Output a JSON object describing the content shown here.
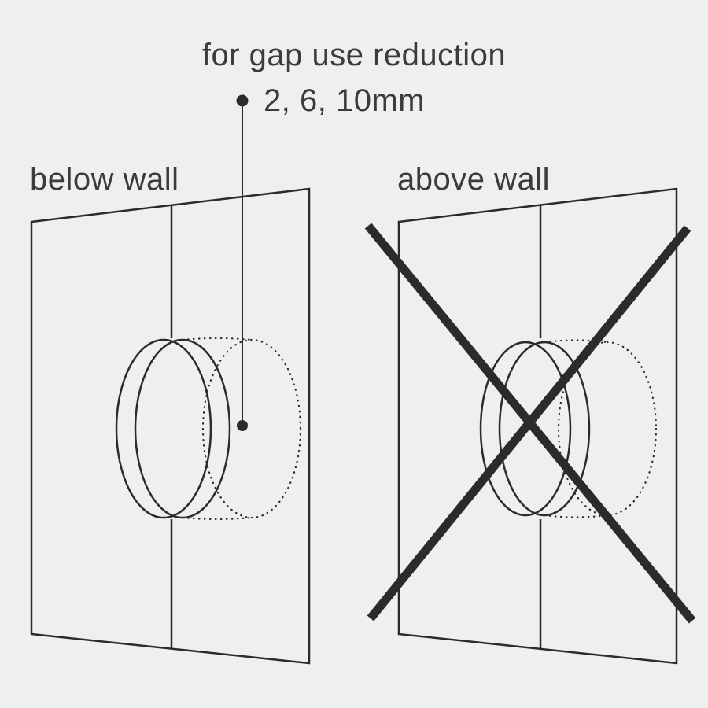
{
  "page": {
    "title": "for gap use reduction",
    "measurement": "2, 6, 10mm"
  },
  "diagrams": {
    "left": {
      "label": "below wall",
      "state": "correct"
    },
    "right": {
      "label": "above wall",
      "state": "incorrect-crossed-out"
    }
  },
  "icons": {
    "bullet": "leader-bullet",
    "cross": "cross-out-icon"
  },
  "colors": {
    "background": "#edf0ee",
    "line": "#2b2b2b",
    "text": "#3b3b3b"
  }
}
